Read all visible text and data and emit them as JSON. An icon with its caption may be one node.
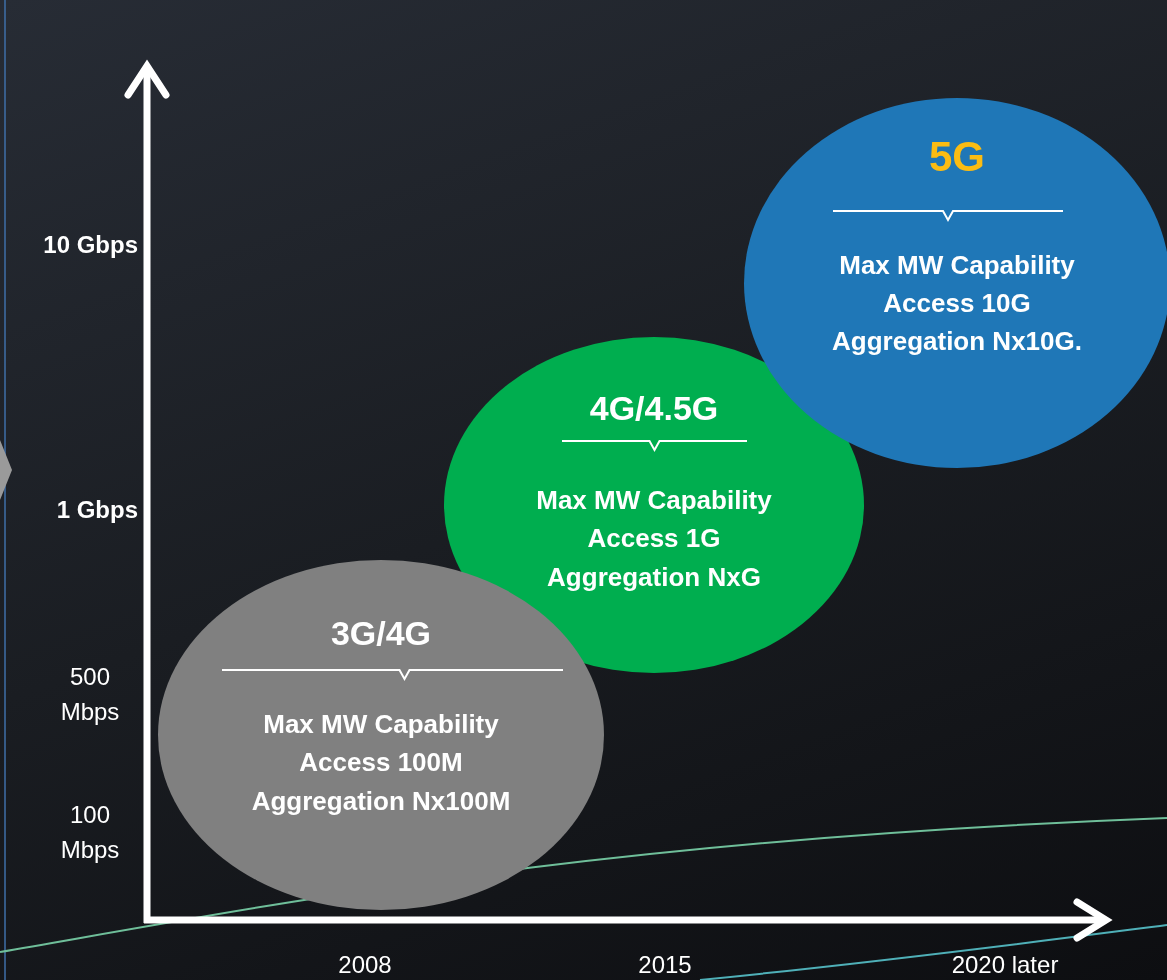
{
  "diagram": {
    "nodes": [
      {
        "text": [
          "3G/4G",
          "Max MW Capability",
          "Access 100M",
          "Aggregation Nx100M"
        ]
      },
      {
        "text": [
          "4G/4.5G",
          "Max MW Capability",
          "Access 1G",
          "Aggregation NxG"
        ]
      },
      {
        "text": [
          "5G",
          "Max MW Capability",
          "Access 10G",
          "Aggregation Nx10G."
        ]
      }
    ],
    "edges": [],
    "labels": [
      "10 Gbps",
      "1 Gbps",
      "500 Mbps",
      "100 Mbps",
      "2008",
      "2015",
      "2020 later"
    ]
  }
}
